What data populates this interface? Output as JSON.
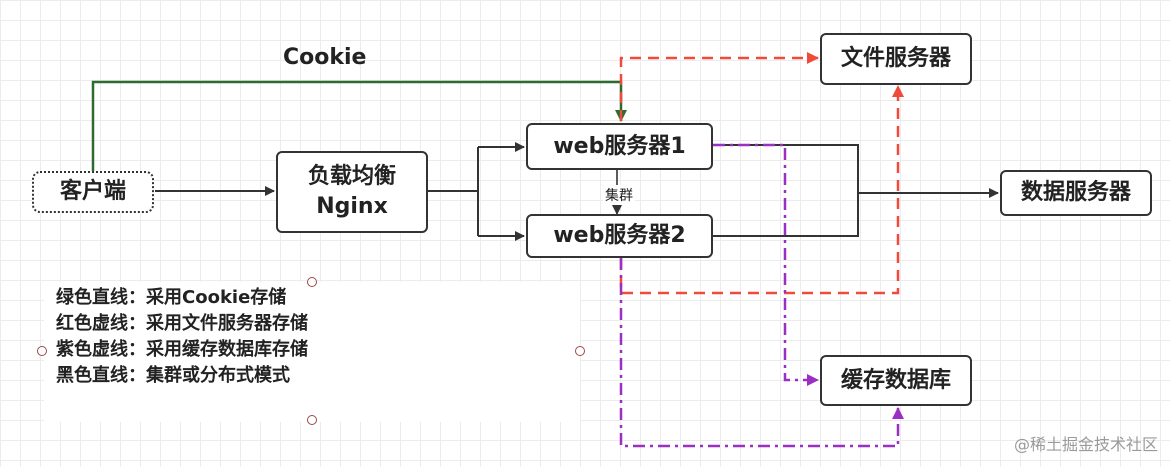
{
  "nodes": {
    "client": "客户端",
    "lb_line1": "负载均衡",
    "lb_line2": "Nginx",
    "web1": "web服务器1",
    "web2": "web服务器2",
    "file_server": "文件服务器",
    "data_server": "数据服务器",
    "cache_db": "缓存数据库"
  },
  "edge_labels": {
    "cookie": "Cookie",
    "cluster": "集群"
  },
  "legend": [
    "绿色直线：采用Cookie存储",
    "红色虚线：采用文件服务器存储",
    "紫色虚线：采用缓存数据库存储",
    "黑色直线：集群或分布式模式"
  ],
  "colors": {
    "green": "#2e6b2e",
    "red": "#f04a3c",
    "purple": "#9a2fc4",
    "black": "#333333"
  },
  "watermark": "@稀土掘金技术社区"
}
